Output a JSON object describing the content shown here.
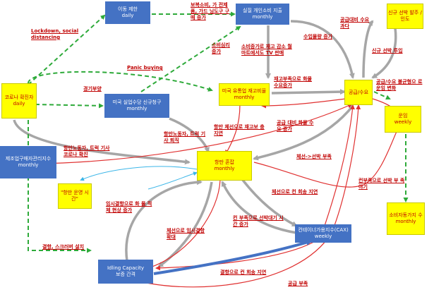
{
  "nodes": {
    "movement_restriction": {
      "title": "이동 제한",
      "sub": "daily"
    },
    "consumer_spending": {
      "title": "실질 개인소비 지출",
      "sub": "monthly"
    },
    "new_ship_order": {
      "title": "신규 선박 발주 /인도",
      "sub": ""
    },
    "covid_cases": {
      "title": "코로나 확진자",
      "sub": "daily"
    },
    "unemployment_claims": {
      "title": "미국 실업수당 신규청구",
      "sub": "monthly"
    },
    "inventory_ratio": {
      "title": "미국 유통업 재고비율",
      "sub": "monthly"
    },
    "supply_demand": {
      "title": "공급/수요",
      "sub": ""
    },
    "freight_rate": {
      "title": "운임",
      "sub": "weekly"
    },
    "manufacturing_pmi": {
      "title": "제조업구매자관리지수",
      "sub": "monthly"
    },
    "port_congestion": {
      "title": "항만 혼잡",
      "sub": "monthly"
    },
    "port_operation_time": {
      "title": "\"항만 운영 시간\"",
      "sub": ""
    },
    "consumer_sentiment": {
      "title": "소비자동가지 수",
      "sub": "monthly"
    },
    "container_index": {
      "title": "컨테이너가용지수(CAX)",
      "sub": "weekly"
    },
    "idling_capacity": {
      "title": "Idling Capacity",
      "sub": "보증 간격"
    }
  },
  "labels": {
    "lockdown": "Lockdown, social distancing",
    "retaliatory_spending": "보복소비, 가 전제품, 가드 닝도구 구매 증가",
    "consumer_psychology": "소비심리 증가",
    "supply_vs_demand_excess": "공급대비 수요 과다",
    "demand_increase": "수입물량 증가",
    "inventory_decrease": "소비증가로 재고 감소 월마트에서도 TV 판매",
    "new_ship_input": "신규 선박 투입",
    "supply_demand_imbalance": "공급/수요 불균형으 로 운임 변화",
    "panic_buying": "Panic buying",
    "economic_stimulus": "경기부양",
    "inventory_shortage": "재고부족으로 화물 수요증가",
    "port_worker_infection": "항만노동자, 트럭 기사 퇴직",
    "port_congestion_inventory": "항만 체선으로 재고보 충 지연",
    "cargo_demand_increase": "공급 대비 화물 수요 증가",
    "port_worker_covid": "항만노동자, 트럭 기사 코로나 확진",
    "vessel_wait_cause": "체선->선박 부족",
    "temporary_shortage": "임시결항으로 화 물 적체 현상 증가",
    "container_return_delay": "체선으로 컨 회송 지연",
    "container_shortage_ship": "컨부족으로 선박 부 족 야기",
    "temporary_cancel": "체선으로 임시결항 확대",
    "container_shortage_wait": "컨 부족으로 선박대기 시간 증가",
    "cancellation_scrubber": "결항, 스크러버 설치",
    "container_return_cancel": "결항으로 컨 회송 지연",
    "supply_shortage": "공급 부족"
  },
  "colors": {
    "blue_node": "#4472c4",
    "yellow_node": "#ffff00",
    "red_arrow": "#e03030",
    "green_arrow": "#2eaa3a",
    "gray_arrow": "#a6a6a6",
    "blue_arrow": "#4472c4",
    "light_blue_arrow": "#3cb6e8",
    "label_red": "#c00000"
  }
}
